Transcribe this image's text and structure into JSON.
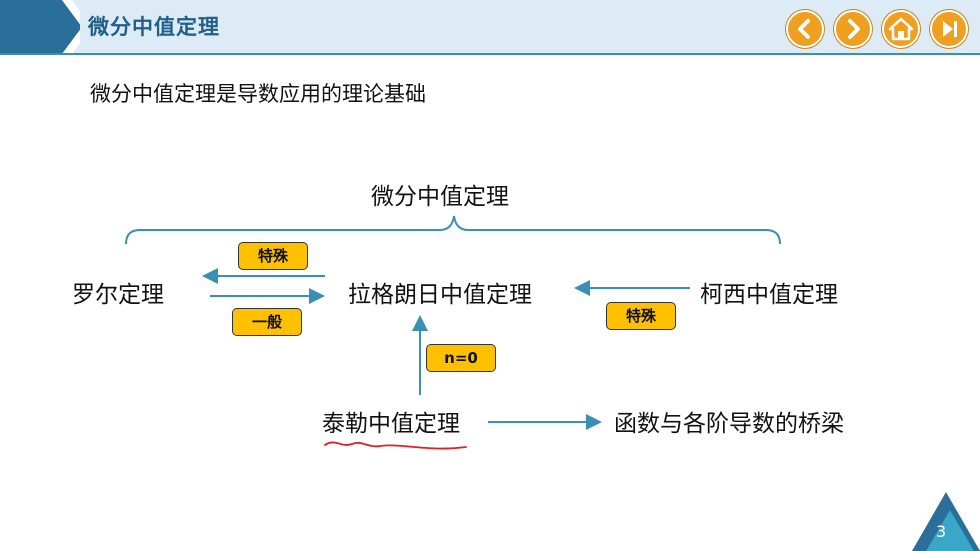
{
  "header": {
    "title": "微分中值定理",
    "nav": [
      "previous-icon",
      "next-icon",
      "home-icon",
      "end-icon"
    ],
    "accent_color": "#f0a020",
    "bar_color": "#dcebf5"
  },
  "subtitle": "微分中值定理是导数应用的理论基础",
  "diagram": {
    "root": "微分中值定理",
    "nodes": {
      "rolle": "罗尔定理",
      "lagrange": "拉格朗日中值定理",
      "cauchy": "柯西中值定理",
      "taylor": "泰勒中值定理",
      "bridge": "函数与各阶导数的桥梁"
    },
    "labels": {
      "special_left": "特殊",
      "general": "一般",
      "special_right": "特殊",
      "n_zero": "n=0"
    },
    "line_color": "#3a8fb5",
    "underline_color": "#e02020"
  },
  "page_number": "3"
}
